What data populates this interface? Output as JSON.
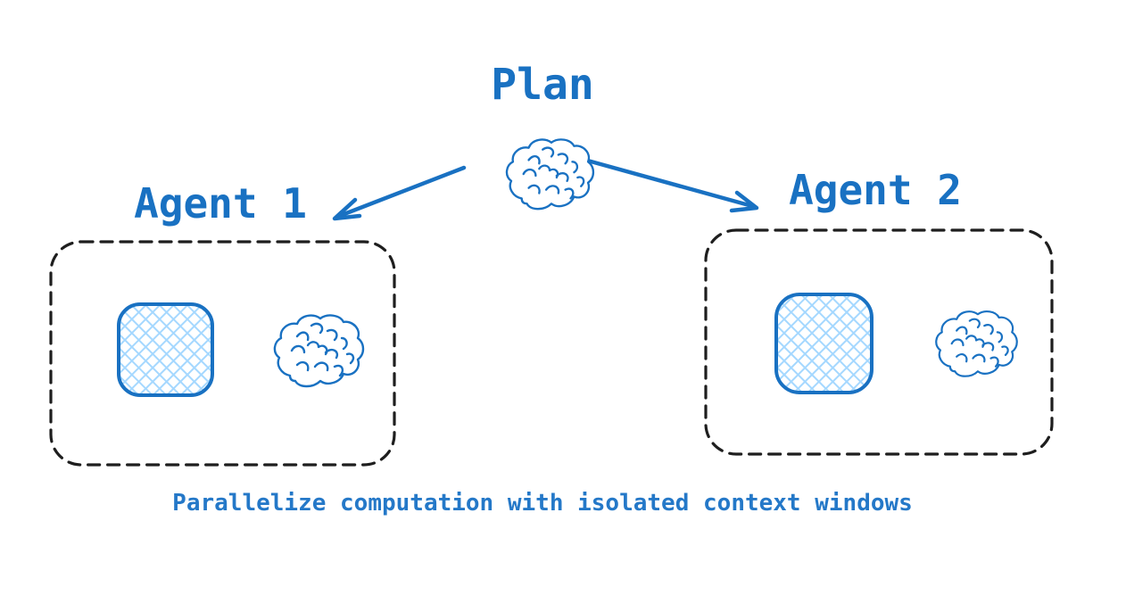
{
  "title": "Plan",
  "agents": [
    {
      "label": "Agent 1"
    },
    {
      "label": "Agent 2"
    }
  ],
  "caption": "Parallelize computation with isolated context windows",
  "icons": {
    "plan_icon": "brain-icon",
    "agent1_icons": [
      "crosshatched-context-window-square",
      "brain-icon"
    ],
    "agent2_icons": [
      "crosshatched-context-window-square",
      "brain-icon"
    ]
  },
  "colors": {
    "accent_blue": "#1971c2",
    "light_blue_fill": "#a5d8ff",
    "box_border_black": "#1e1e1e",
    "background": "#ffffff"
  }
}
